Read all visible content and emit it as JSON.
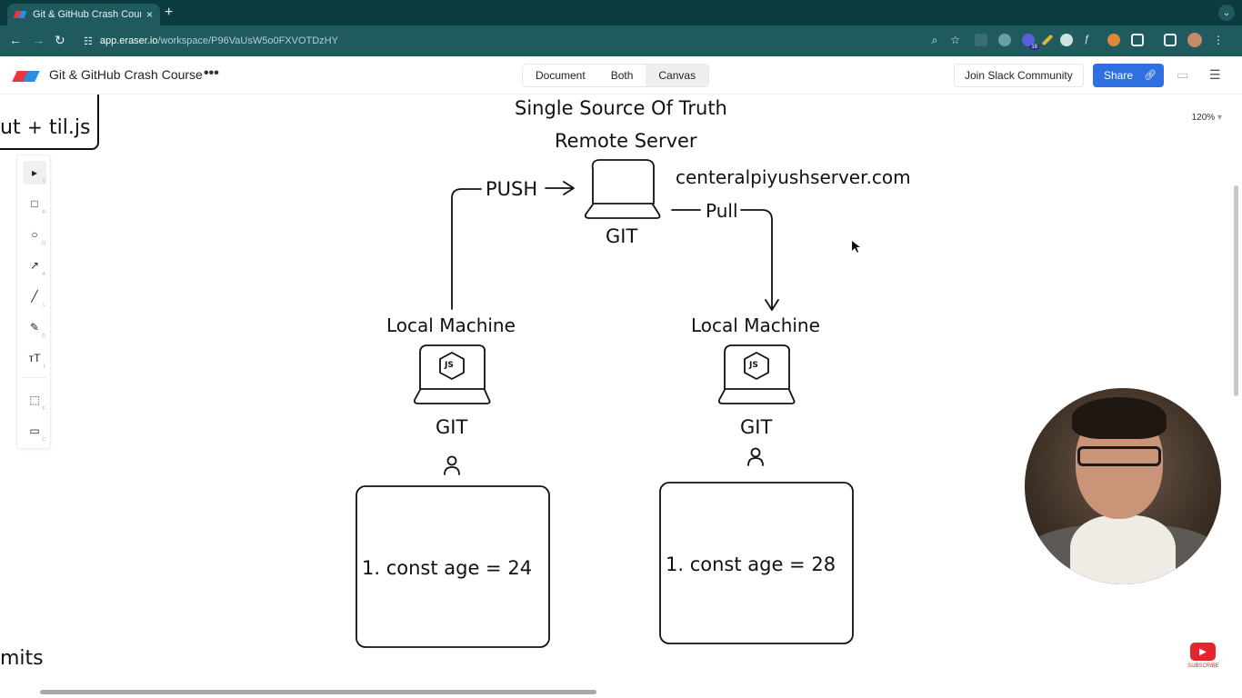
{
  "browser": {
    "tab_title": "Git & GitHub Crash Course –",
    "tab_close": "×",
    "new_tab": "+",
    "tab_menu": "⌄",
    "url_host": "app.eraser.io",
    "url_path": "/workspace/P96VaUsW5o0FXVOTDzHY",
    "ext_badge": "16"
  },
  "header": {
    "doc_title": "Git & GitHub Crash Course",
    "more": "•••",
    "view_tabs": [
      "Document",
      "Both",
      "Canvas"
    ],
    "active_view": "Canvas",
    "slack": "Join Slack Community",
    "share": "Share"
  },
  "canvas": {
    "zoom": "120%",
    "partial_left_text": "ut",
    "partial_plus": "+",
    "partial_file": "til.js",
    "partial_bottom_text": "mits",
    "heading": "Single Source Of Truth",
    "remote_label": "Remote Server",
    "server_domain": "centeralpiyushserver.com",
    "push_label": "PUSH",
    "pull_label": "Pull",
    "server_git": "GIT",
    "left_machine": {
      "title": "Local Machine",
      "badge": "JS",
      "git": "GIT",
      "code": "1. const age = 24"
    },
    "right_machine": {
      "title": "Local Machine",
      "badge": "JS",
      "git": "GIT",
      "code": "1. const age = 28"
    }
  },
  "tools": [
    {
      "name": "select",
      "glyph": "▸",
      "key": "V"
    },
    {
      "name": "rectangle",
      "glyph": "□",
      "key": "R"
    },
    {
      "name": "ellipse",
      "glyph": "○",
      "key": "O"
    },
    {
      "name": "arrow",
      "glyph": "↗",
      "key": "A"
    },
    {
      "name": "line",
      "glyph": "╱",
      "key": "L"
    },
    {
      "name": "pencil",
      "glyph": "✎",
      "key": "D"
    },
    {
      "name": "text",
      "glyph": "ᴛT",
      "key": "T"
    },
    {
      "name": "frame",
      "glyph": "⬚",
      "key": "F"
    },
    {
      "name": "comment",
      "glyph": "▭",
      "key": "C"
    }
  ],
  "video": {
    "subscribe": "SUBSCRIBE"
  },
  "colors": {
    "browser_dark": "#0b3a3f",
    "browser_bar": "#1f5a5f",
    "share_blue": "#2f6fe0",
    "logo_red": "#e8383d",
    "logo_blue": "#2a8fe0",
    "youtube_red": "#e5252a"
  }
}
